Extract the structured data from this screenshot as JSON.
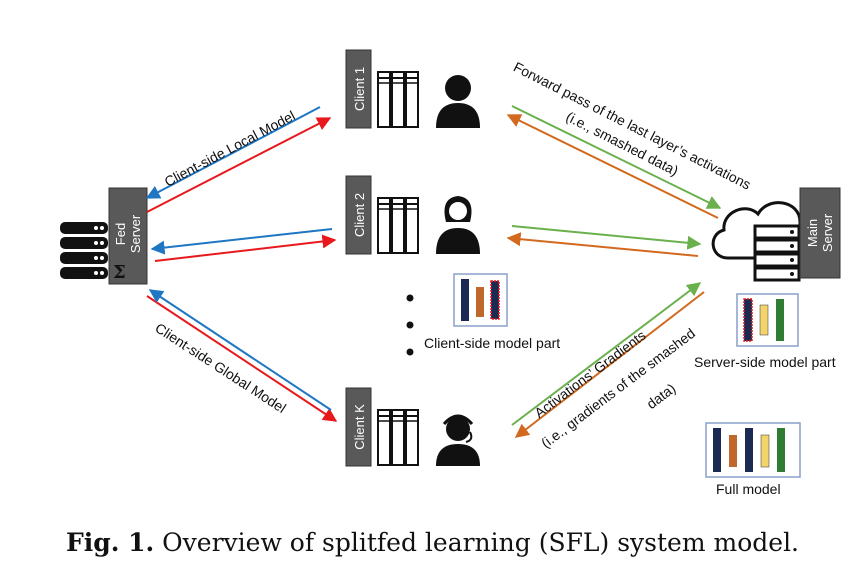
{
  "nodes": {
    "fed_server": "Fed\nServer",
    "sigma": "Σ",
    "client1": "Client 1",
    "client2": "Client 2",
    "clientk": "Client K",
    "main_server": "Main\nServer"
  },
  "labels": {
    "client_local_model": "Client-side Local Model",
    "client_global_model": "Client-side Global Model",
    "forward_pass_1": "Forward pass of the last layer’s activations",
    "forward_pass_2": "(i.e., smashed data)",
    "gradients_1": "Activations’ Gradients",
    "gradients_2": "(i.e., gradients of the smashed",
    "gradients_3": "data)",
    "client_side_part": "Client-side model part",
    "server_side_part": "Server-side model part",
    "full_model": "Full model",
    "ellipsis": "⋮"
  },
  "caption": {
    "label": "Fig. 1.",
    "text": " Overview of splitfed learning (SFL) system model."
  },
  "colors": {
    "blue": "#1f77c4",
    "red": "#e8191c",
    "green": "#6ab04c",
    "orange": "#d2691e",
    "gray": "#595959",
    "navy": "#1b2a52",
    "brown": "#c0672b",
    "yellow": "#f3d36b",
    "darkgreen": "#2e7d32"
  }
}
